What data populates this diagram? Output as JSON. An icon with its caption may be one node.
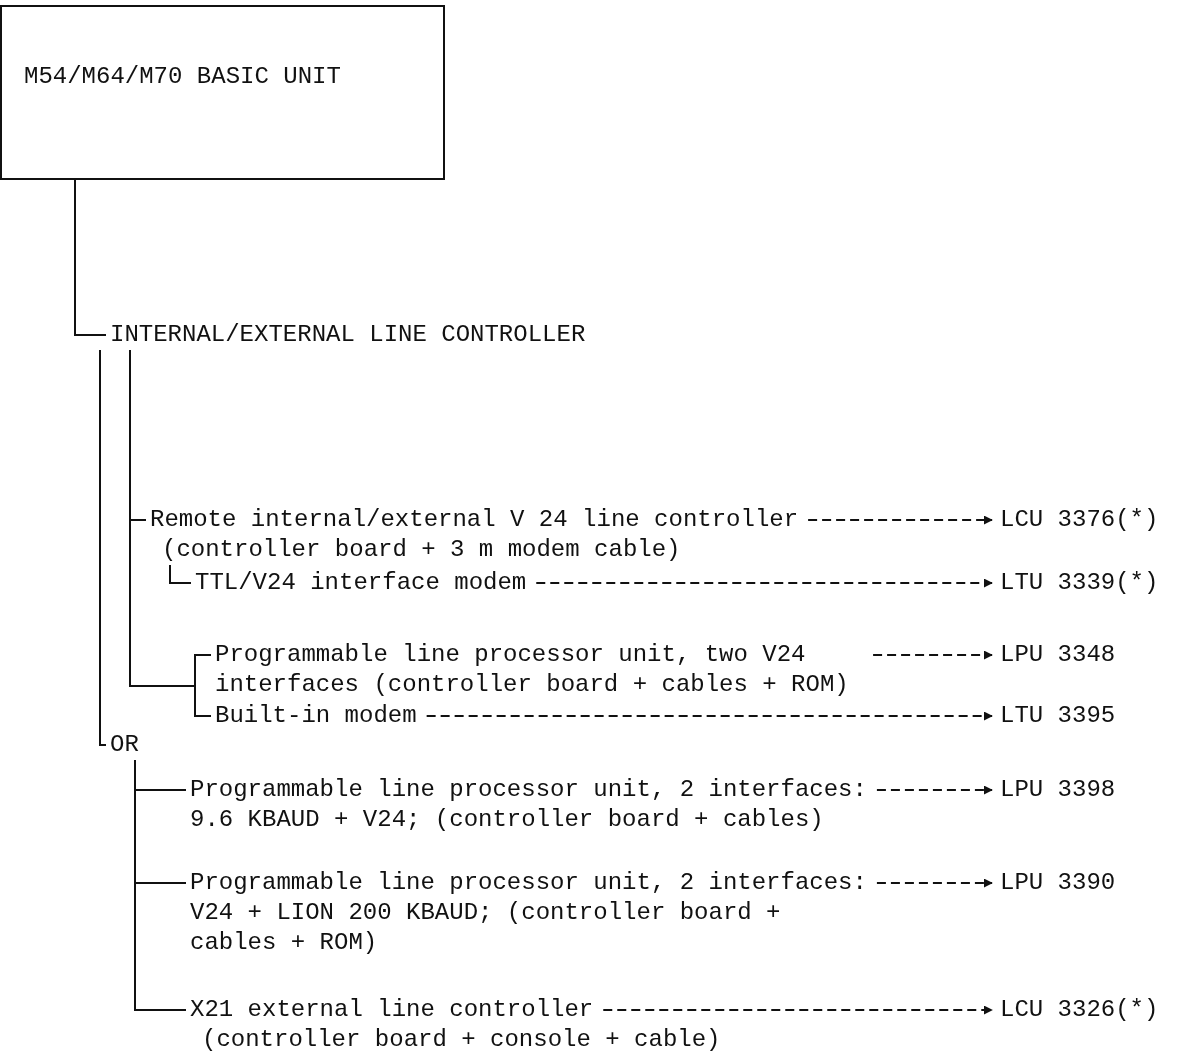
{
  "diagram": {
    "nodes": [
      {
        "text": [
          "M54/M64/M70 BASIC UNIT"
        ]
      },
      {
        "text": [
          "INTERNAL/EXTERNAL LINE CONTROLLER"
        ]
      },
      {
        "text": [
          "Remote internal/external V 24 line controller",
          "(controller board + 3 m modem cable)"
        ]
      },
      {
        "text": [
          "LCU 3376(*)"
        ]
      },
      {
        "text": [
          "TTL/V24 interface modem"
        ]
      },
      {
        "text": [
          "LTU 3339(*)"
        ]
      },
      {
        "text": [
          "Programmable line processor unit, two V24 interfaces (controller board + cables + ROM)"
        ]
      },
      {
        "text": [
          "LPU 3348"
        ]
      },
      {
        "text": [
          "Built-in modem"
        ]
      },
      {
        "text": [
          "LTU 3395"
        ]
      },
      {
        "text": [
          "OR"
        ]
      },
      {
        "text": [
          "Programmable line processor unit, 2 interfaces: 9.6 KBAUD + V24; (controller board + cables)"
        ]
      },
      {
        "text": [
          "LPU 3398"
        ]
      },
      {
        "text": [
          "Programmable line processor unit, 2 interfaces: V24 + LION 200 KBAUD; (controller board + cables + ROM)"
        ]
      },
      {
        "text": [
          "LPU 3390"
        ]
      },
      {
        "text": [
          "X21 external line controller",
          "(controller board + console + cable)"
        ]
      },
      {
        "text": [
          "LCU 3326(*)"
        ]
      }
    ],
    "edges": [
      {
        "from": 0,
        "to": 1,
        "arrow": "none"
      },
      {
        "from": 1,
        "to": 2,
        "arrow": "none"
      },
      {
        "from": 2,
        "to": 4,
        "arrow": "none"
      },
      {
        "from": 1,
        "to": 6,
        "arrow": "none"
      },
      {
        "from": 1,
        "to": 8,
        "arrow": "none"
      },
      {
        "from": 1,
        "to": 10,
        "arrow": "none"
      },
      {
        "from": 10,
        "to": 11,
        "arrow": "none"
      },
      {
        "from": 10,
        "to": 13,
        "arrow": "none"
      },
      {
        "from": 10,
        "to": 15,
        "arrow": "none"
      },
      {
        "from": 2,
        "to": 3,
        "arrow": "to",
        "style": "dashed"
      },
      {
        "from": 4,
        "to": 5,
        "arrow": "to",
        "style": "dashed"
      },
      {
        "from": 6,
        "to": 7,
        "arrow": "to",
        "style": "dashed"
      },
      {
        "from": 8,
        "to": 9,
        "arrow": "to",
        "style": "dashed"
      },
      {
        "from": 11,
        "to": 12,
        "arrow": "to",
        "style": "dashed"
      },
      {
        "from": 13,
        "to": 14,
        "arrow": "to",
        "style": "dashed"
      },
      {
        "from": 15,
        "to": 16,
        "arrow": "to",
        "style": "dashed"
      }
    ]
  }
}
